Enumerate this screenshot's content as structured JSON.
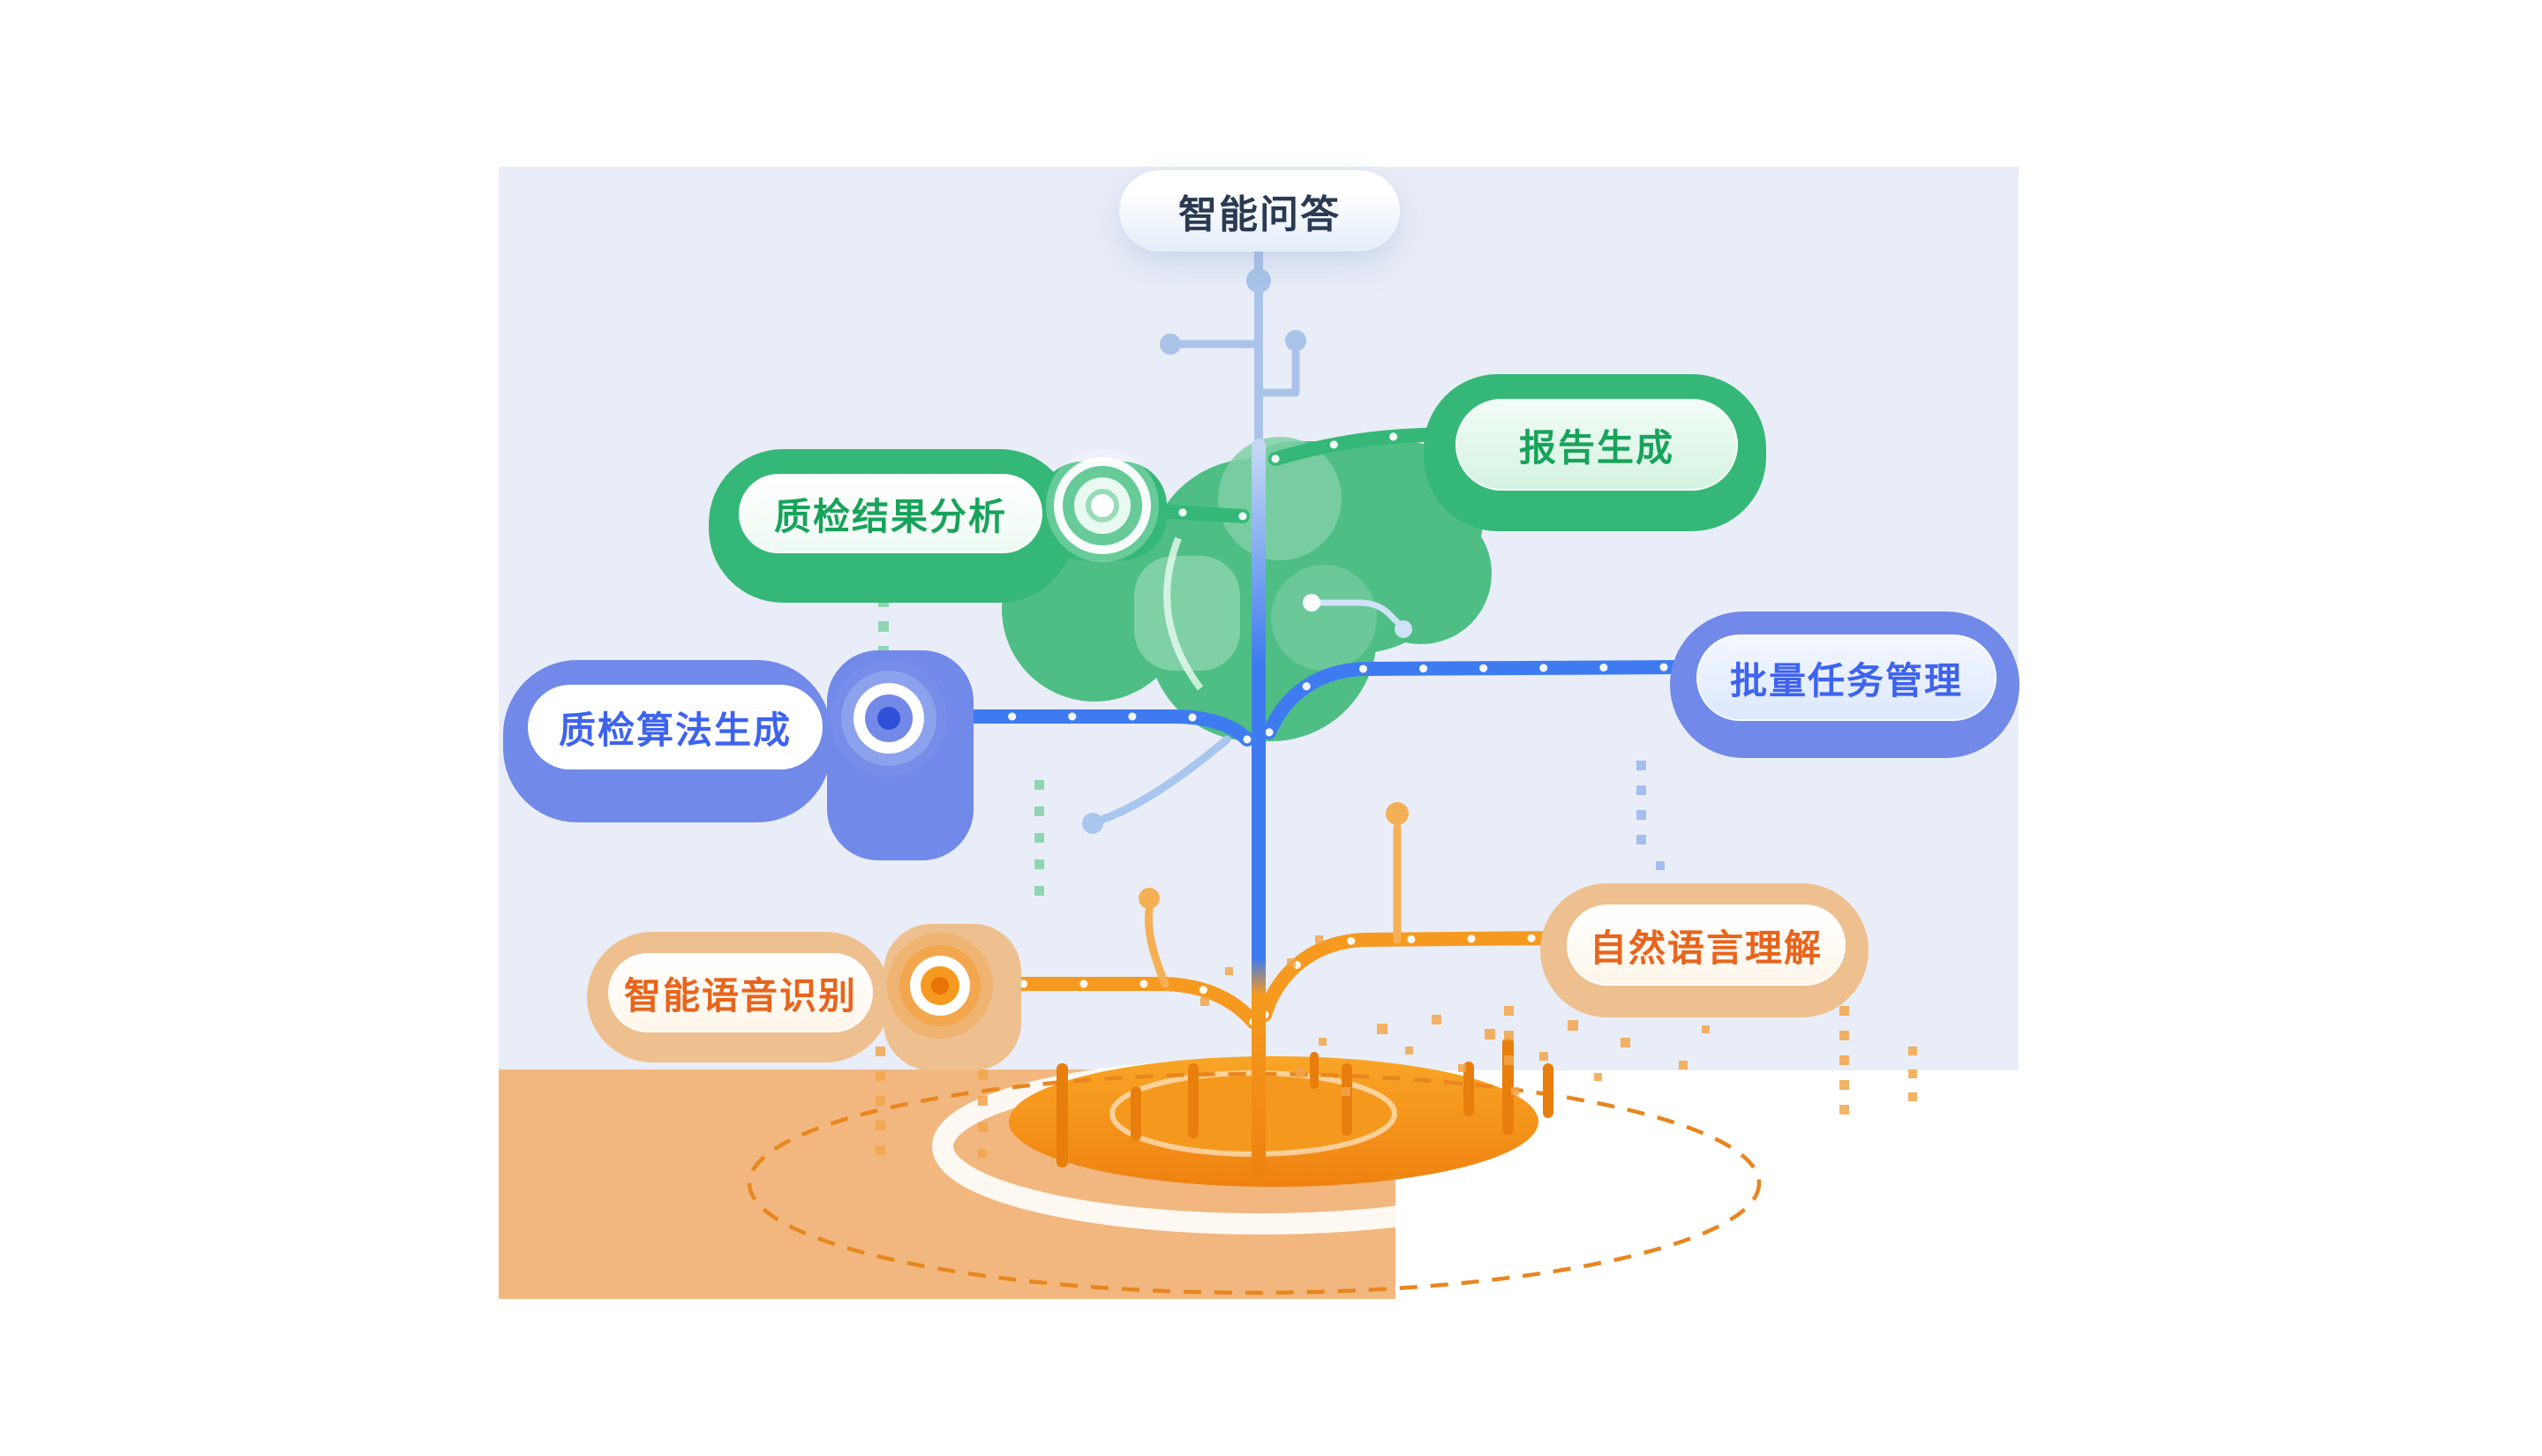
{
  "diagram": {
    "type": "capability-tree-illustration",
    "nodes": [
      {
        "id": "smart-qa",
        "label": "智能问答",
        "theme": "neutral",
        "position": "top"
      },
      {
        "id": "report-generation",
        "label": "报告生成",
        "theme": "green",
        "position": "upper-right"
      },
      {
        "id": "qc-result-analysis",
        "label": "质检结果分析",
        "theme": "green",
        "position": "upper-left"
      },
      {
        "id": "batch-task-management",
        "label": "批量任务管理",
        "theme": "blue",
        "position": "middle-right"
      },
      {
        "id": "qc-algorithm-generation",
        "label": "质检算法生成",
        "theme": "blue",
        "position": "middle-left"
      },
      {
        "id": "natural-language-understanding",
        "label": "自然语言理解",
        "theme": "orange",
        "position": "lower-right"
      },
      {
        "id": "intelligent-speech-recognition",
        "label": "智能语音识别",
        "theme": "orange",
        "position": "lower-left"
      }
    ]
  },
  "palette": {
    "background_panel": "#E9EDF7",
    "ground": "#F2B77E",
    "green_outer": "#35B877",
    "green_canopy": "#4EBE85",
    "green_leaf_light": "#7FD0A6",
    "green_text": "#18A35B",
    "blue_outer": "#7189E8",
    "blue_branch": "#3F7BF0",
    "blue_text": "#3E63EE",
    "orange_outer": "#EEC08F",
    "orange_branch": "#F59A1F",
    "orange_deep": "#E87E0C",
    "orange_text": "#E8641C",
    "stem_light_blue": "#AAC3E8",
    "dark_text": "#2B3A52",
    "white": "#FFFFFF"
  }
}
